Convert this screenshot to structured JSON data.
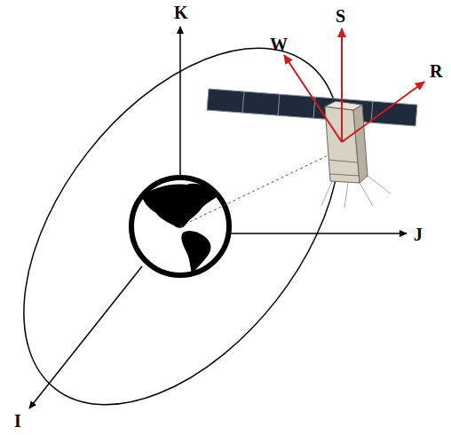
{
  "diagram": {
    "labels": [
      "K",
      "J",
      "I",
      "W",
      "S",
      "R"
    ]
  }
}
